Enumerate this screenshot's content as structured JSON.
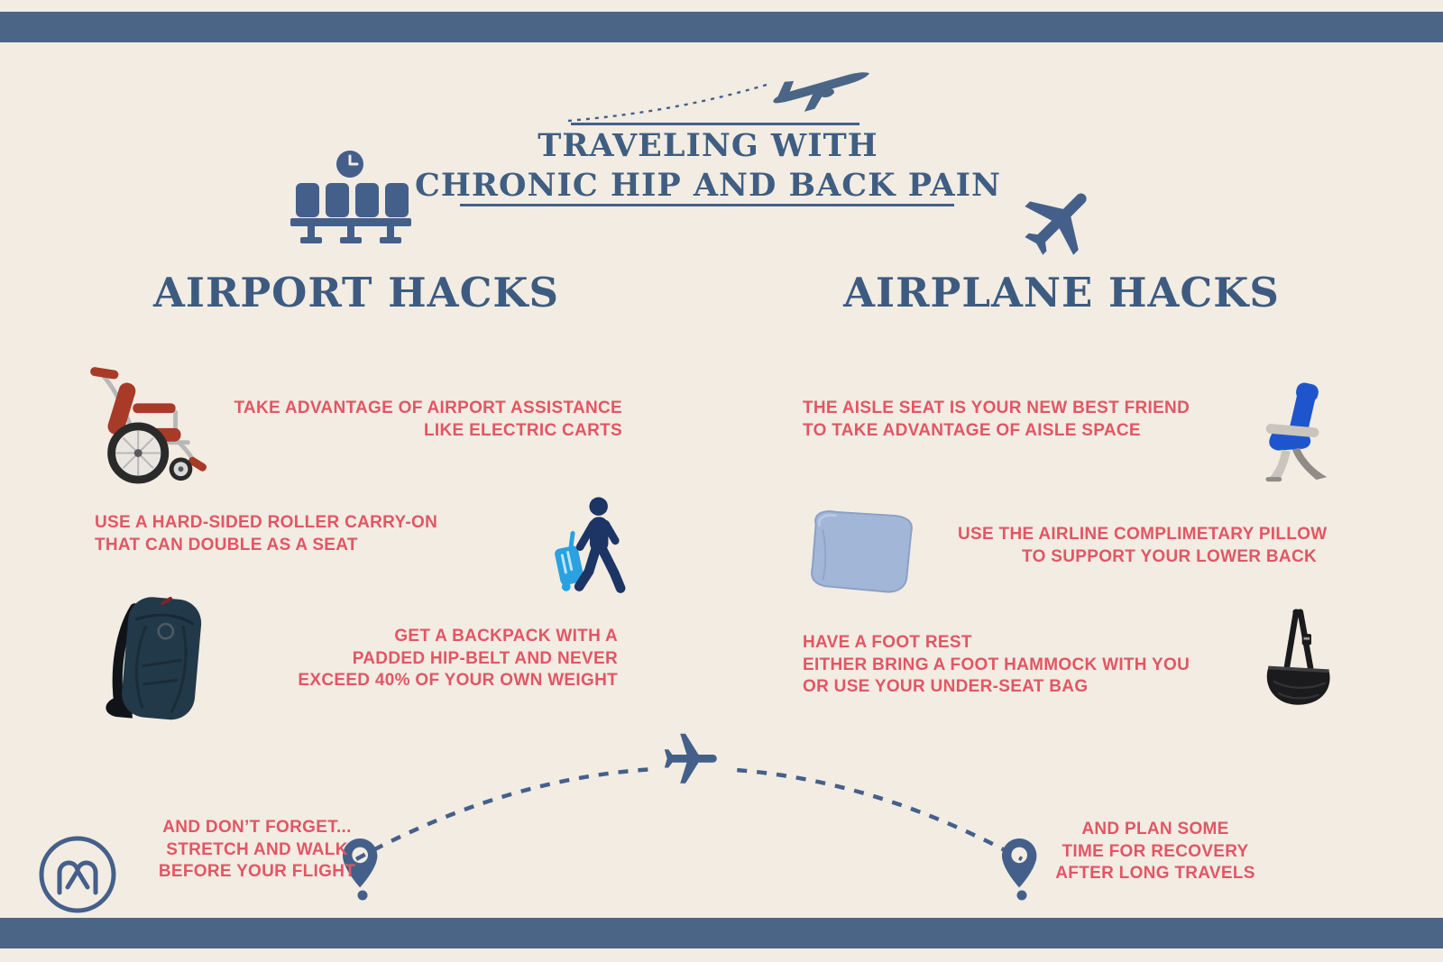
{
  "colors": {
    "background": "#f2ece3",
    "bar_blue": "#4a6585",
    "heading_blue": "#3d5b80",
    "title_blue": "#3f5e82",
    "tip_red": "#e25663",
    "icon_navy": "#44608a",
    "person_navy": "#1d3565",
    "luggage_blue": "#2aa1e0",
    "seat_blue": "#1f55cc",
    "pillow_blue": "#a2b6d8",
    "wheelchair_red": "#a83a28"
  },
  "header": {
    "title_line1": "TRAVELING WITH",
    "title_line2": "CHRONIC HIP AND BACK PAIN",
    "decoration": "takeoff-plane-with-dashed-trail"
  },
  "sections": {
    "airport": {
      "heading": "AIRPORT HACKS",
      "heading_icon": "airport-waiting-seats-clock-icon",
      "tips": [
        {
          "icon": "wheelchair-icon",
          "lines": [
            "TAKE ADVANTAGE OF AIRPORT ASSISTANCE",
            "LIKE ELECTRIC CARTS"
          ]
        },
        {
          "icon": "traveler-with-luggage-icon",
          "lines": [
            "USE A HARD-SIDED ROLLER CARRY-ON",
            "THAT CAN DOUBLE AS A SEAT"
          ]
        },
        {
          "icon": "backpack-icon",
          "lines": [
            "GET A BACKPACK WITH A",
            "PADDED HIP-BELT AND NEVER",
            "EXCEED 40% OF YOUR OWN WEIGHT"
          ]
        }
      ]
    },
    "airplane": {
      "heading": "AIRPLANE HACKS",
      "heading_icon": "diagonal-airplane-icon",
      "tips": [
        {
          "icon": "airplane-seat-icon",
          "lines": [
            "THE AISLE SEAT IS YOUR NEW BEST FRIEND",
            "TO TAKE ADVANTAGE OF AISLE SPACE"
          ]
        },
        {
          "icon": "pillow-icon",
          "lines": [
            "USE THE AIRLINE COMPLIMETARY PILLOW",
            "TO SUPPORT YOUR LOWER BACK"
          ]
        },
        {
          "icon": "foot-hammock-icon",
          "lines": [
            "HAVE A FOOT REST",
            "EITHER BRING A FOOT HAMMOCK WITH YOU",
            "OR USE YOUR UNDER-SEAT BAG"
          ]
        }
      ]
    }
  },
  "footer": {
    "route_decoration": "dashed-flight-arc-with-plane-and-pins",
    "left_note": {
      "lines": [
        "AND DON’T FORGET...",
        "STRETCH AND WALK",
        "BEFORE YOUR FLIGHT"
      ]
    },
    "right_note": {
      "lines": [
        "AND PLAN SOME",
        "TIME FOR RECOVERY",
        "AFTER LONG TRAVELS"
      ]
    },
    "logo": "heart-m-monogram"
  }
}
